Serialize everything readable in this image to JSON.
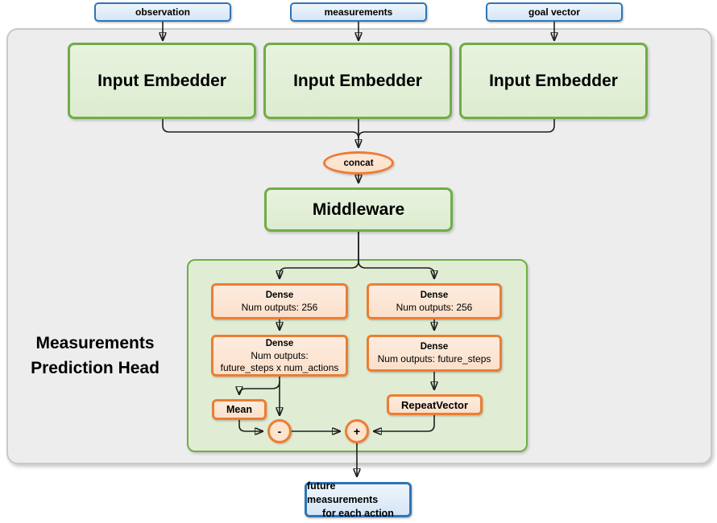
{
  "diagram": {
    "inputs": [
      "observation",
      "measurements",
      "goal vector"
    ],
    "embedders": [
      "Input Embedder",
      "Input Embedder",
      "Input Embedder"
    ],
    "concat": "concat",
    "middleware": "Middleware",
    "head_title": {
      "line1": "Measurements",
      "line2": "Prediction Head"
    },
    "dense": [
      {
        "title": "Dense",
        "line1": "Num outputs: 256"
      },
      {
        "title": "Dense",
        "line1": "Num outputs: 256"
      },
      {
        "title": "Dense",
        "line1": "Num outputs:",
        "line2": "future_steps x num_actions"
      },
      {
        "title": "Dense",
        "line1": "Num outputs: future_steps"
      }
    ],
    "mean": "Mean",
    "repeat_vector": "RepeatVector",
    "minus": "-",
    "plus": "+",
    "output": {
      "line1": "future measurements",
      "line2": "for each action"
    },
    "colors": {
      "green_border": "#70ad47",
      "green_fill": "#e2efda",
      "orange_border": "#ed7d31",
      "orange_fill": "#fce4d3",
      "blue_border": "#2e75b6",
      "blue_fill": "#dbe9f7",
      "panel_fill": "#ededee",
      "panel_border": "#c8c9ca",
      "connector": "#1e1e1e"
    }
  }
}
